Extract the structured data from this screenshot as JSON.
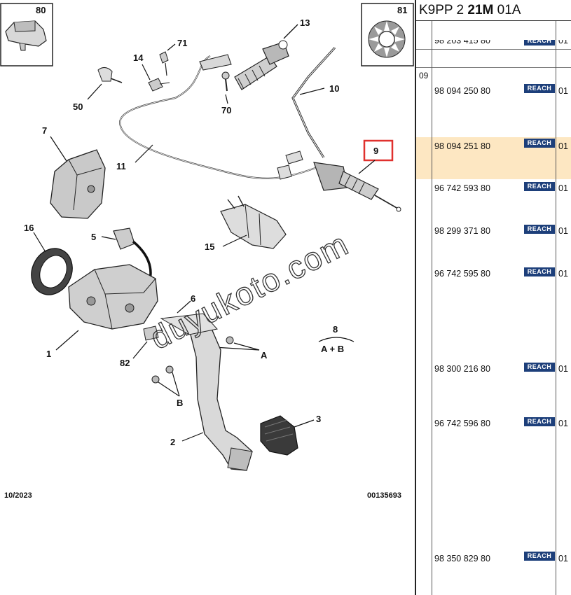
{
  "diagram": {
    "callouts": [
      "80",
      "81",
      "71",
      "13",
      "14",
      "50",
      "10",
      "70",
      "7",
      "11",
      "9",
      "15",
      "16",
      "5",
      "6",
      "1",
      "8",
      "A + B",
      "A",
      "82",
      "B",
      "3",
      "2"
    ],
    "footer_date": "10/2023",
    "footer_code": "00135693",
    "watermark": "duyukoto.com"
  },
  "ref_panel": {
    "header_prefix": "K9PP 2 ",
    "header_bold": "21M",
    "header_suffix": " 01A",
    "top_partial_part": "98 203 415 80",
    "top_partial_qty": "01",
    "group_code": "09",
    "reach_label": "REACH",
    "rows": [
      {
        "part": "98 094 250 80",
        "qty": "01"
      },
      {
        "part": "98 094 251 80",
        "qty": "01"
      },
      {
        "part": "96 742 593 80",
        "qty": "01"
      },
      {
        "part": "98 299 371 80",
        "qty": "01"
      },
      {
        "part": "96 742 595 80",
        "qty": "01"
      },
      {
        "part": "98 300 216 80",
        "qty": "01"
      },
      {
        "part": "96 742 596 80",
        "qty": "01"
      },
      {
        "part": "98 350 829 80",
        "qty": "01"
      }
    ]
  }
}
